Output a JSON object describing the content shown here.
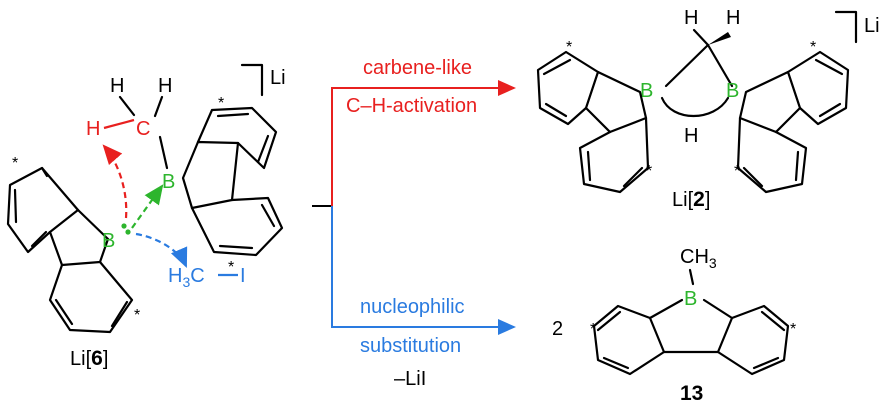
{
  "compound_left": {
    "label_prefix": "Li[",
    "label_number": "6",
    "label_suffix": "]",
    "counter_ion": "Li",
    "atom_B1": "B",
    "atom_B2": "B",
    "atom_C_top": "C",
    "atom_H_a": "H",
    "atom_H_b": "H",
    "atom_H_red": "H",
    "methyl_iodide_H": "H",
    "methyl_iodide_sub": "3",
    "methyl_iodide_C": "C",
    "methyl_iodide_I": "I",
    "asterisk": "*"
  },
  "upper_pathway": {
    "line1": "carbene-like",
    "line2": "C–H-activation",
    "color": "#e8201f"
  },
  "lower_pathway": {
    "line1": "nucleophilic",
    "line2": "substitution",
    "line3": "–LiI",
    "color": "#2a7be0"
  },
  "product_upper": {
    "label_prefix": "Li[",
    "label_number": "2",
    "label_suffix": "]",
    "counter_ion": "Li",
    "atom_B": "B",
    "atom_H_top_left": "H",
    "atom_H_top_right": "H",
    "atom_H_bridge": "H",
    "asterisk": "*"
  },
  "product_lower": {
    "coefficient": "2",
    "label_number": "13",
    "atom_B": "B",
    "methyl_C": "CH",
    "methyl_sub": "3",
    "asterisk": "*"
  },
  "colors": {
    "boron": "#2db52d",
    "red_path": "#e8201f",
    "blue_path": "#2a7be0",
    "bond": "#000000"
  }
}
